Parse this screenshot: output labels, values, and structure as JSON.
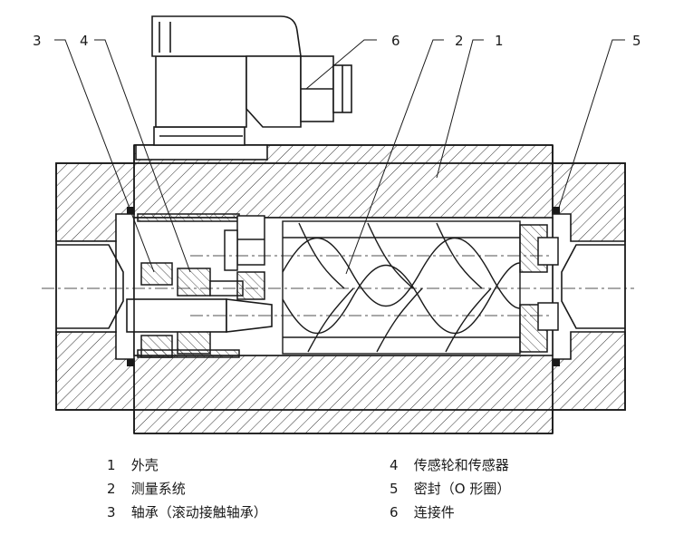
{
  "callouts": {
    "c1": "1",
    "c2": "2",
    "c3": "3",
    "c4": "4",
    "c5": "5",
    "c6": "6"
  },
  "legend": {
    "left": [
      {
        "num": "1",
        "text": "外壳"
      },
      {
        "num": "2",
        "text": "测量系统"
      },
      {
        "num": "3",
        "text": "轴承（滚动接触轴承）"
      }
    ],
    "right": [
      {
        "num": "4",
        "text": "传感轮和传感器"
      },
      {
        "num": "5",
        "text": "密封（O 形圈）"
      },
      {
        "num": "6",
        "text": "连接件"
      }
    ]
  },
  "colors": {
    "line": "#1a1a1a",
    "background": "#ffffff"
  }
}
